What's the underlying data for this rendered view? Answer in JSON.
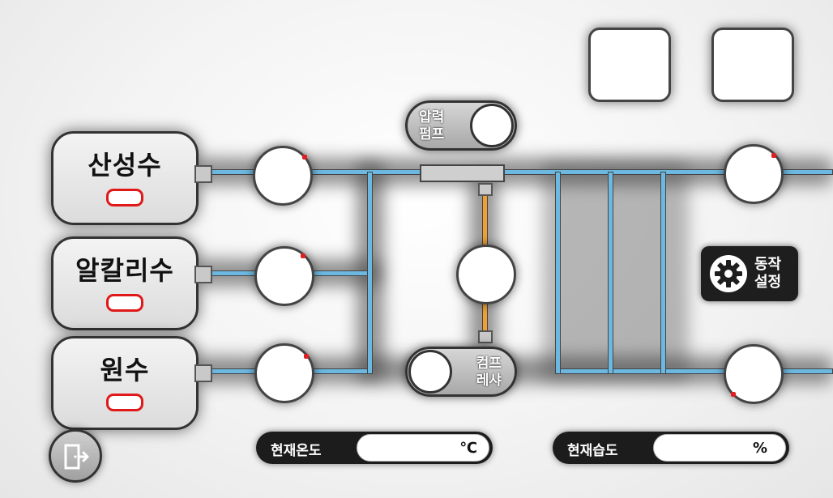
{
  "tanks": [
    {
      "label": "산성수"
    },
    {
      "label": "알칼리수"
    },
    {
      "label": "원수"
    }
  ],
  "pressure_pump": {
    "line1": "압력",
    "line2": "펌프"
  },
  "compressor": {
    "line1": "컴프",
    "line2": "레샤"
  },
  "settings": {
    "line1": "동작",
    "line2": "설정",
    "icon": "gear-icon"
  },
  "temperature": {
    "label": "현재온도",
    "value": "",
    "unit": "℃"
  },
  "humidity": {
    "label": "현재습도",
    "value": "",
    "unit": "%"
  },
  "exit": {
    "icon": "exit-door-icon"
  },
  "colors": {
    "water_pipe": "#6db8e0",
    "gas_pipe": "#f0a030",
    "alert": "#e01818"
  }
}
